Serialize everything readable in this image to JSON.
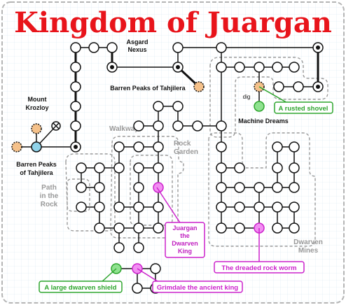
{
  "title": "Kingdom of Juargan",
  "places": {
    "asgard_nexus": [
      "Asgard",
      "Nexus"
    ],
    "barren_peaks_north": "Barren Peaks of Tahjilera",
    "barren_peaks_west": [
      "Barren Peaks",
      "of Tahjilera"
    ],
    "mount_krozloy": [
      "Mount",
      "Krozloy"
    ],
    "machine_dreams": "Machine Dreams",
    "dig": "dig"
  },
  "regions": {
    "walkway": "Walkway",
    "rock_garden": [
      "Rock",
      "Garden"
    ],
    "path_in_the_rock": [
      "Path",
      "in the",
      "Rock"
    ],
    "dwarven_mines": [
      "Dwarven",
      "Mines"
    ]
  },
  "items": {
    "rusted_shovel": "A rusted shovel",
    "dwarven_shield": "A large dwarven shield"
  },
  "monsters": {
    "juargan": [
      "Juargan",
      "the",
      "Dwarven",
      "King"
    ],
    "rock_worm": "The dreaded rock worm",
    "grimdale": "Grimdale the ancient king"
  },
  "colors": {
    "title": "#e8141b",
    "room_fill": "#ffffff",
    "exit_fill": "#f5c18a",
    "start_fill": "#8fd3ea",
    "item": "#2ea52e",
    "item_fill": "#8fe28f",
    "monster": "#cc22cc",
    "monster_fill": "#f28ef2",
    "region_border": "#9a9a9a",
    "background": "#eef6fb"
  }
}
